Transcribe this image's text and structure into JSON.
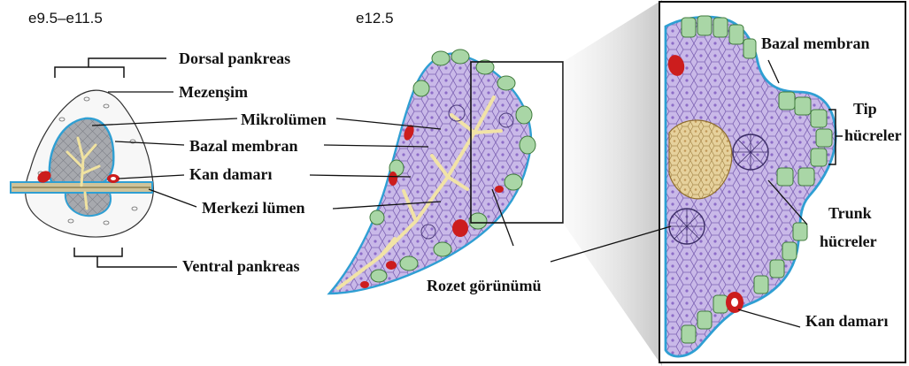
{
  "stages": {
    "left": "e9.5–e11.5",
    "middle": "e12.5"
  },
  "labels": {
    "dorsal": "Dorsal pankreas",
    "mesenchyme": "Mezenşim",
    "microlumen": "Mikrolümen",
    "basal_left": "Bazal membran",
    "blood_left": "Kan damarı",
    "central_lumen": "Merkezi lümen",
    "ventral": "Ventral pankreas",
    "rosette": "Rozet görünümü",
    "basal_right": "Bazal membran",
    "tip_line1": "Tip",
    "tip_line2": "hücreler",
    "trunk_line1": "Trunk",
    "trunk_line2": "hücreler",
    "blood_right": "Kan damarı"
  },
  "colors": {
    "lavender": "#c7b6e6",
    "green": "#a9d6a6",
    "tan": "#e4cf9a",
    "blood": "#cc1d1d",
    "membrane": "#2f9fd3",
    "grey": "#a4a6ab"
  }
}
